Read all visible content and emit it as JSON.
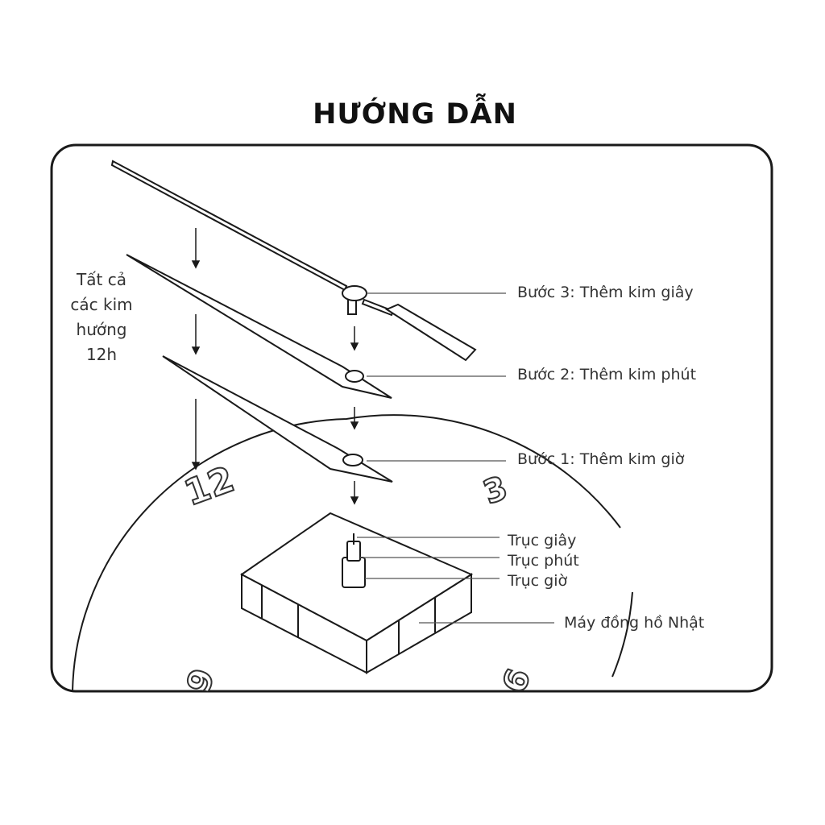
{
  "title": "HƯỚNG DẪN",
  "side_note": [
    "Tất cả",
    "các kim",
    "hướng",
    "12h"
  ],
  "steps": {
    "step3": "Bước 3: Thêm kim giây",
    "step2": "Bước 2: Thêm kim phút",
    "step1": "Bước 1: Thêm kim giờ"
  },
  "shafts": {
    "second": "Trục giây",
    "minute": "Trục phút",
    "hour": "Trục giờ"
  },
  "movement": "Máy đồng hồ Nhật",
  "dial_numbers": {
    "twelve": "12",
    "three": "3",
    "six": "6",
    "nine": "9"
  },
  "colors": {
    "line": "#1a1a1a",
    "background": "#ffffff"
  }
}
